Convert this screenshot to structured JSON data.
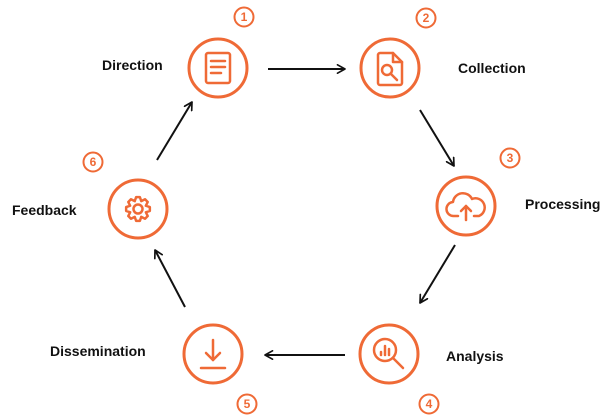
{
  "theme": {
    "accent": "#ef6a36",
    "arrow": "#111111",
    "background": "#ffffff"
  },
  "stages": [
    {
      "id": "direction",
      "number": "1",
      "label": "Direction",
      "icon": "document-icon"
    },
    {
      "id": "collection",
      "number": "2",
      "label": "Collection",
      "icon": "file-search-icon"
    },
    {
      "id": "processing",
      "number": "3",
      "label": "Processing",
      "icon": "cloud-upload-icon"
    },
    {
      "id": "analysis",
      "number": "4",
      "label": "Analysis",
      "icon": "chart-search-icon"
    },
    {
      "id": "dissemination",
      "number": "5",
      "label": "Dissemination",
      "icon": "download-icon"
    },
    {
      "id": "feedback",
      "number": "6",
      "label": "Feedback",
      "icon": "gear-icon"
    }
  ]
}
